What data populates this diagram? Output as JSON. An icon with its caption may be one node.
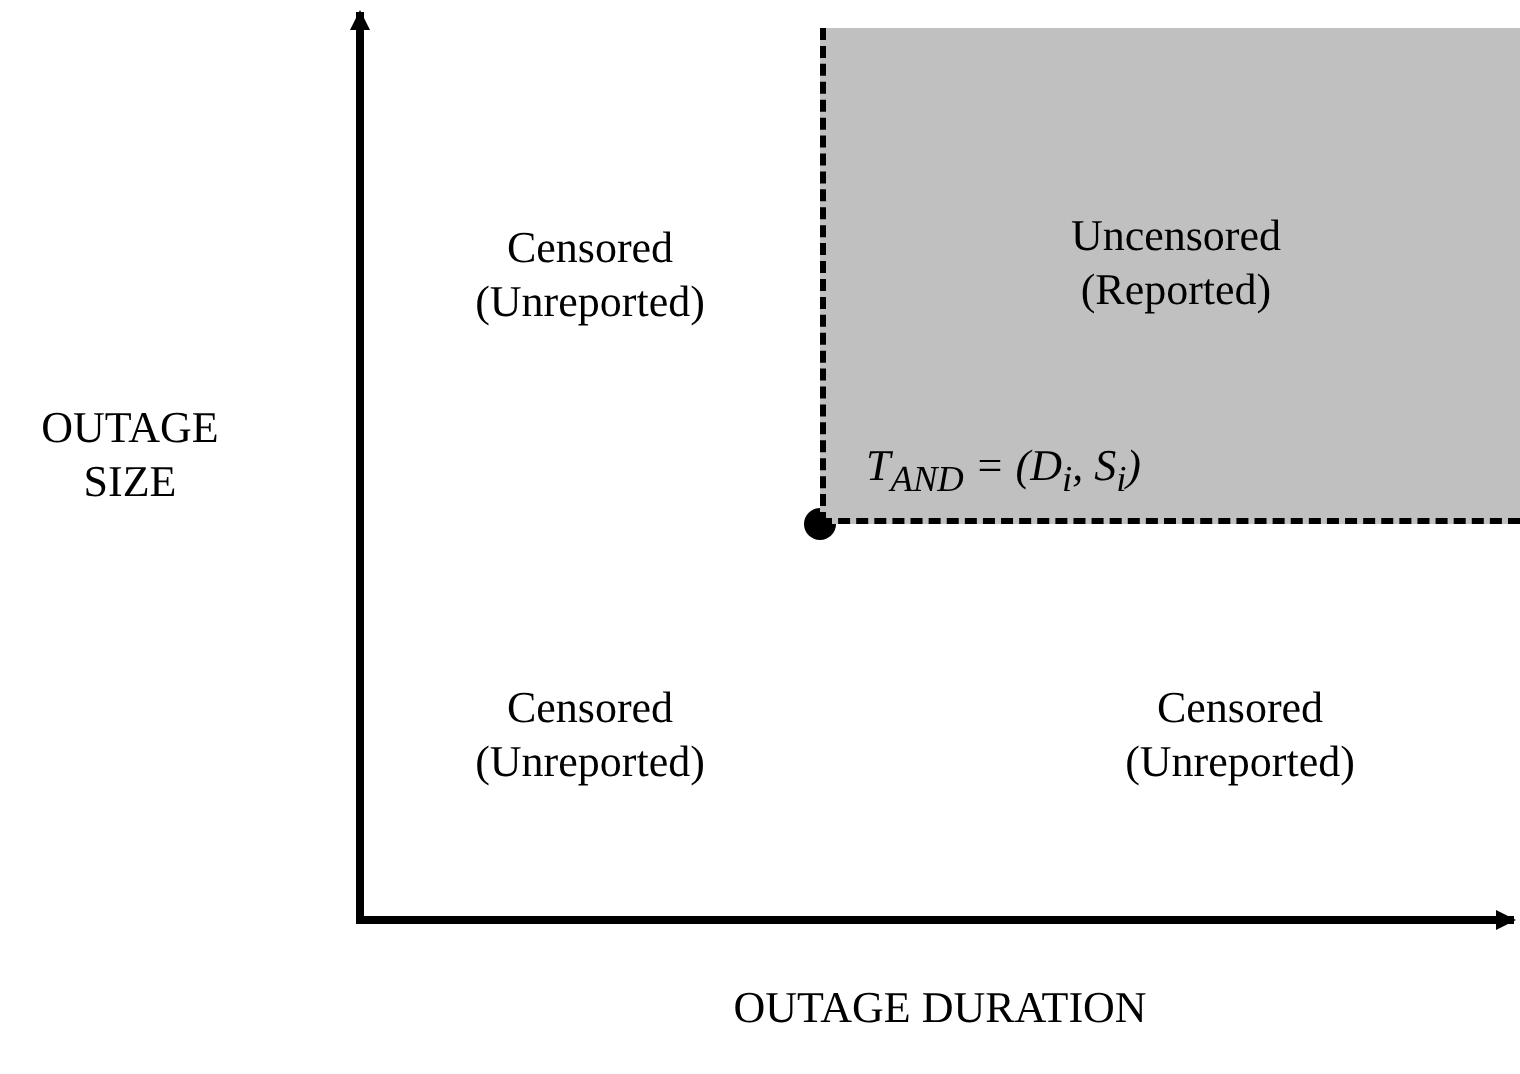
{
  "diagram": {
    "nodes": [
      {
        "text": [
          "Uncensored (Reported)",
          "T$_{AND}$ = (D$_{i}$, S$_{i}$)"
        ]
      }
    ],
    "labels": [
      "Censored (Unreported)",
      "OUTAGE SIZE",
      "Censored (Unreported)",
      "Censored (Unreported)",
      "OUTAGE DURATION"
    ]
  }
}
